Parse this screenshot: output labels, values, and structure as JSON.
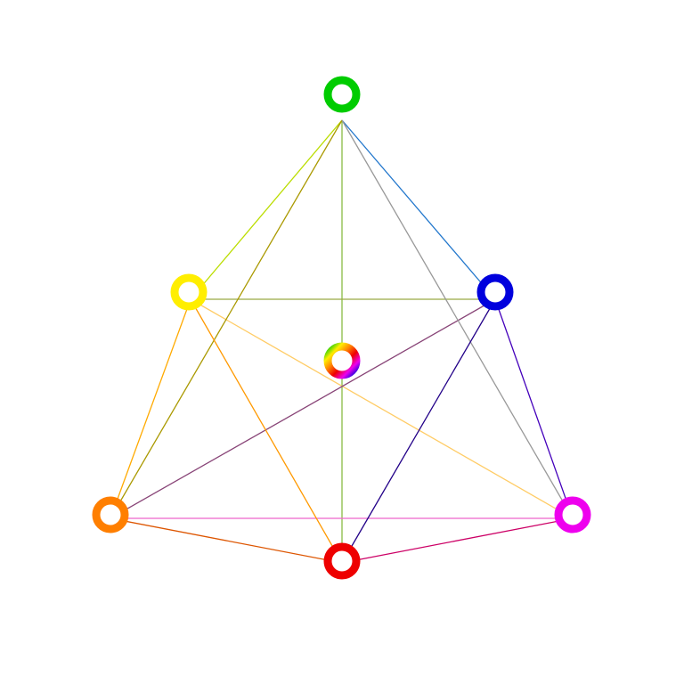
{
  "diagram": {
    "background": "#ffffff",
    "nodes": [
      {
        "id": "green",
        "color": "#00cc00"
      },
      {
        "id": "yellow",
        "color": "#ffee00"
      },
      {
        "id": "blue",
        "color": "#0000dd"
      },
      {
        "id": "orange",
        "color": "#ff7f00"
      },
      {
        "id": "magenta",
        "color": "#ee00ee"
      },
      {
        "id": "red",
        "color": "#ee0000"
      },
      {
        "id": "center",
        "gradient": [
          "#00cc00",
          "#ffee00",
          "#ff7f00",
          "#ee0000",
          "#ee00ee",
          "#0000dd"
        ]
      }
    ],
    "edge_colors": {
      "green_blue": "#2277cc",
      "blue_magenta": "#4400bb",
      "magenta_red": "#cc0066",
      "red_orange": "#dd5500",
      "orange_yellow": "#ffaa00",
      "yellow_green": "#bbdd00",
      "green_red": "#88bb44",
      "yellow_blue": "#99aa44",
      "yellow_magenta": "#ffcc66",
      "orange_magenta": "#ee66cc",
      "orange_blue": "#884477",
      "green_orange": "#aa9900",
      "green_magenta": "#999999",
      "yellow_red": "#ff9900",
      "blue_red": "#220088"
    }
  }
}
